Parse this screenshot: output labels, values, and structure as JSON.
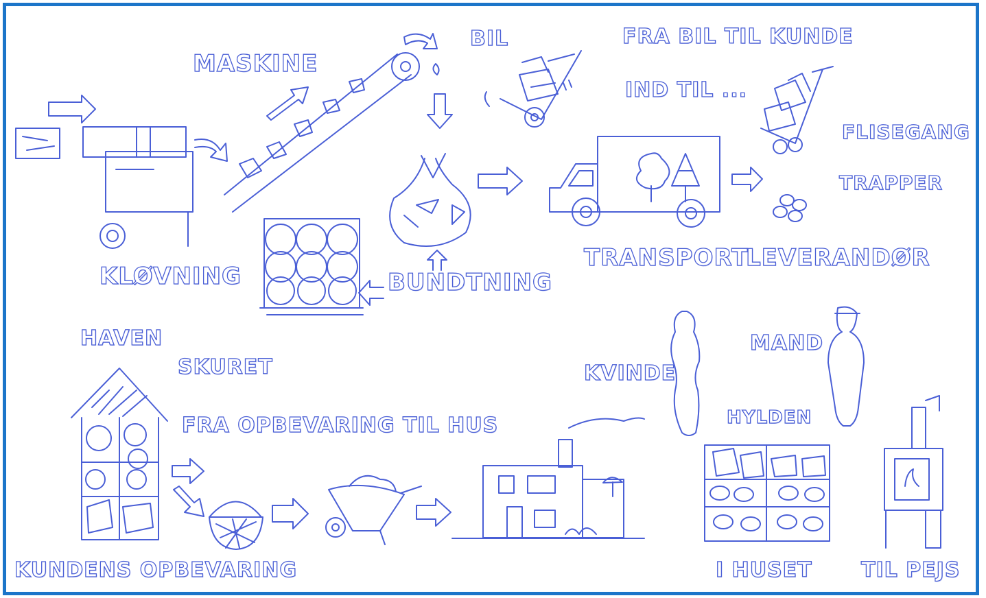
{
  "labels": {
    "maskine": "MASKINE",
    "bil": "BIL",
    "fra_bil_til_kunde": "FRA BIL TIL KUNDE",
    "ind_til": "IND TIL ...",
    "flisegang": "FLISEGANG",
    "trapper": "TRAPPER",
    "klovning": "KLØVNING",
    "bundtning": "BUNDTNING",
    "transport": "TRANSPORT",
    "leverandor": "LEVERANDØR",
    "haven": "HAVEN",
    "skuret": "SKURET",
    "fra_opbevaring_til_hus": "FRA OPBEVARING TIL HUS",
    "kvinde": "KVINDE",
    "mand": "MAND",
    "hylden": "HYLDEN",
    "kundens_opbevaring": "KUNDENS OPBEVARING",
    "i_huset": "I HUSET",
    "til_pejs": "TIL PEJS"
  },
  "colors": {
    "frame": "#1c75c9",
    "sketch": "#4a5fd6"
  },
  "icons": [
    "log-icon",
    "splitter-machine-icon",
    "conveyor-icon",
    "arrow-icon",
    "hand-truck-icon",
    "firewood-bag-icon",
    "pallet-icon",
    "delivery-truck-icon",
    "tree-icon",
    "logs-pile-icon",
    "shed-icon",
    "basket-icon",
    "wheelbarrow-icon",
    "house-icon",
    "woman-figure-icon",
    "man-figure-icon",
    "wood-shelf-icon",
    "wood-stove-icon"
  ]
}
